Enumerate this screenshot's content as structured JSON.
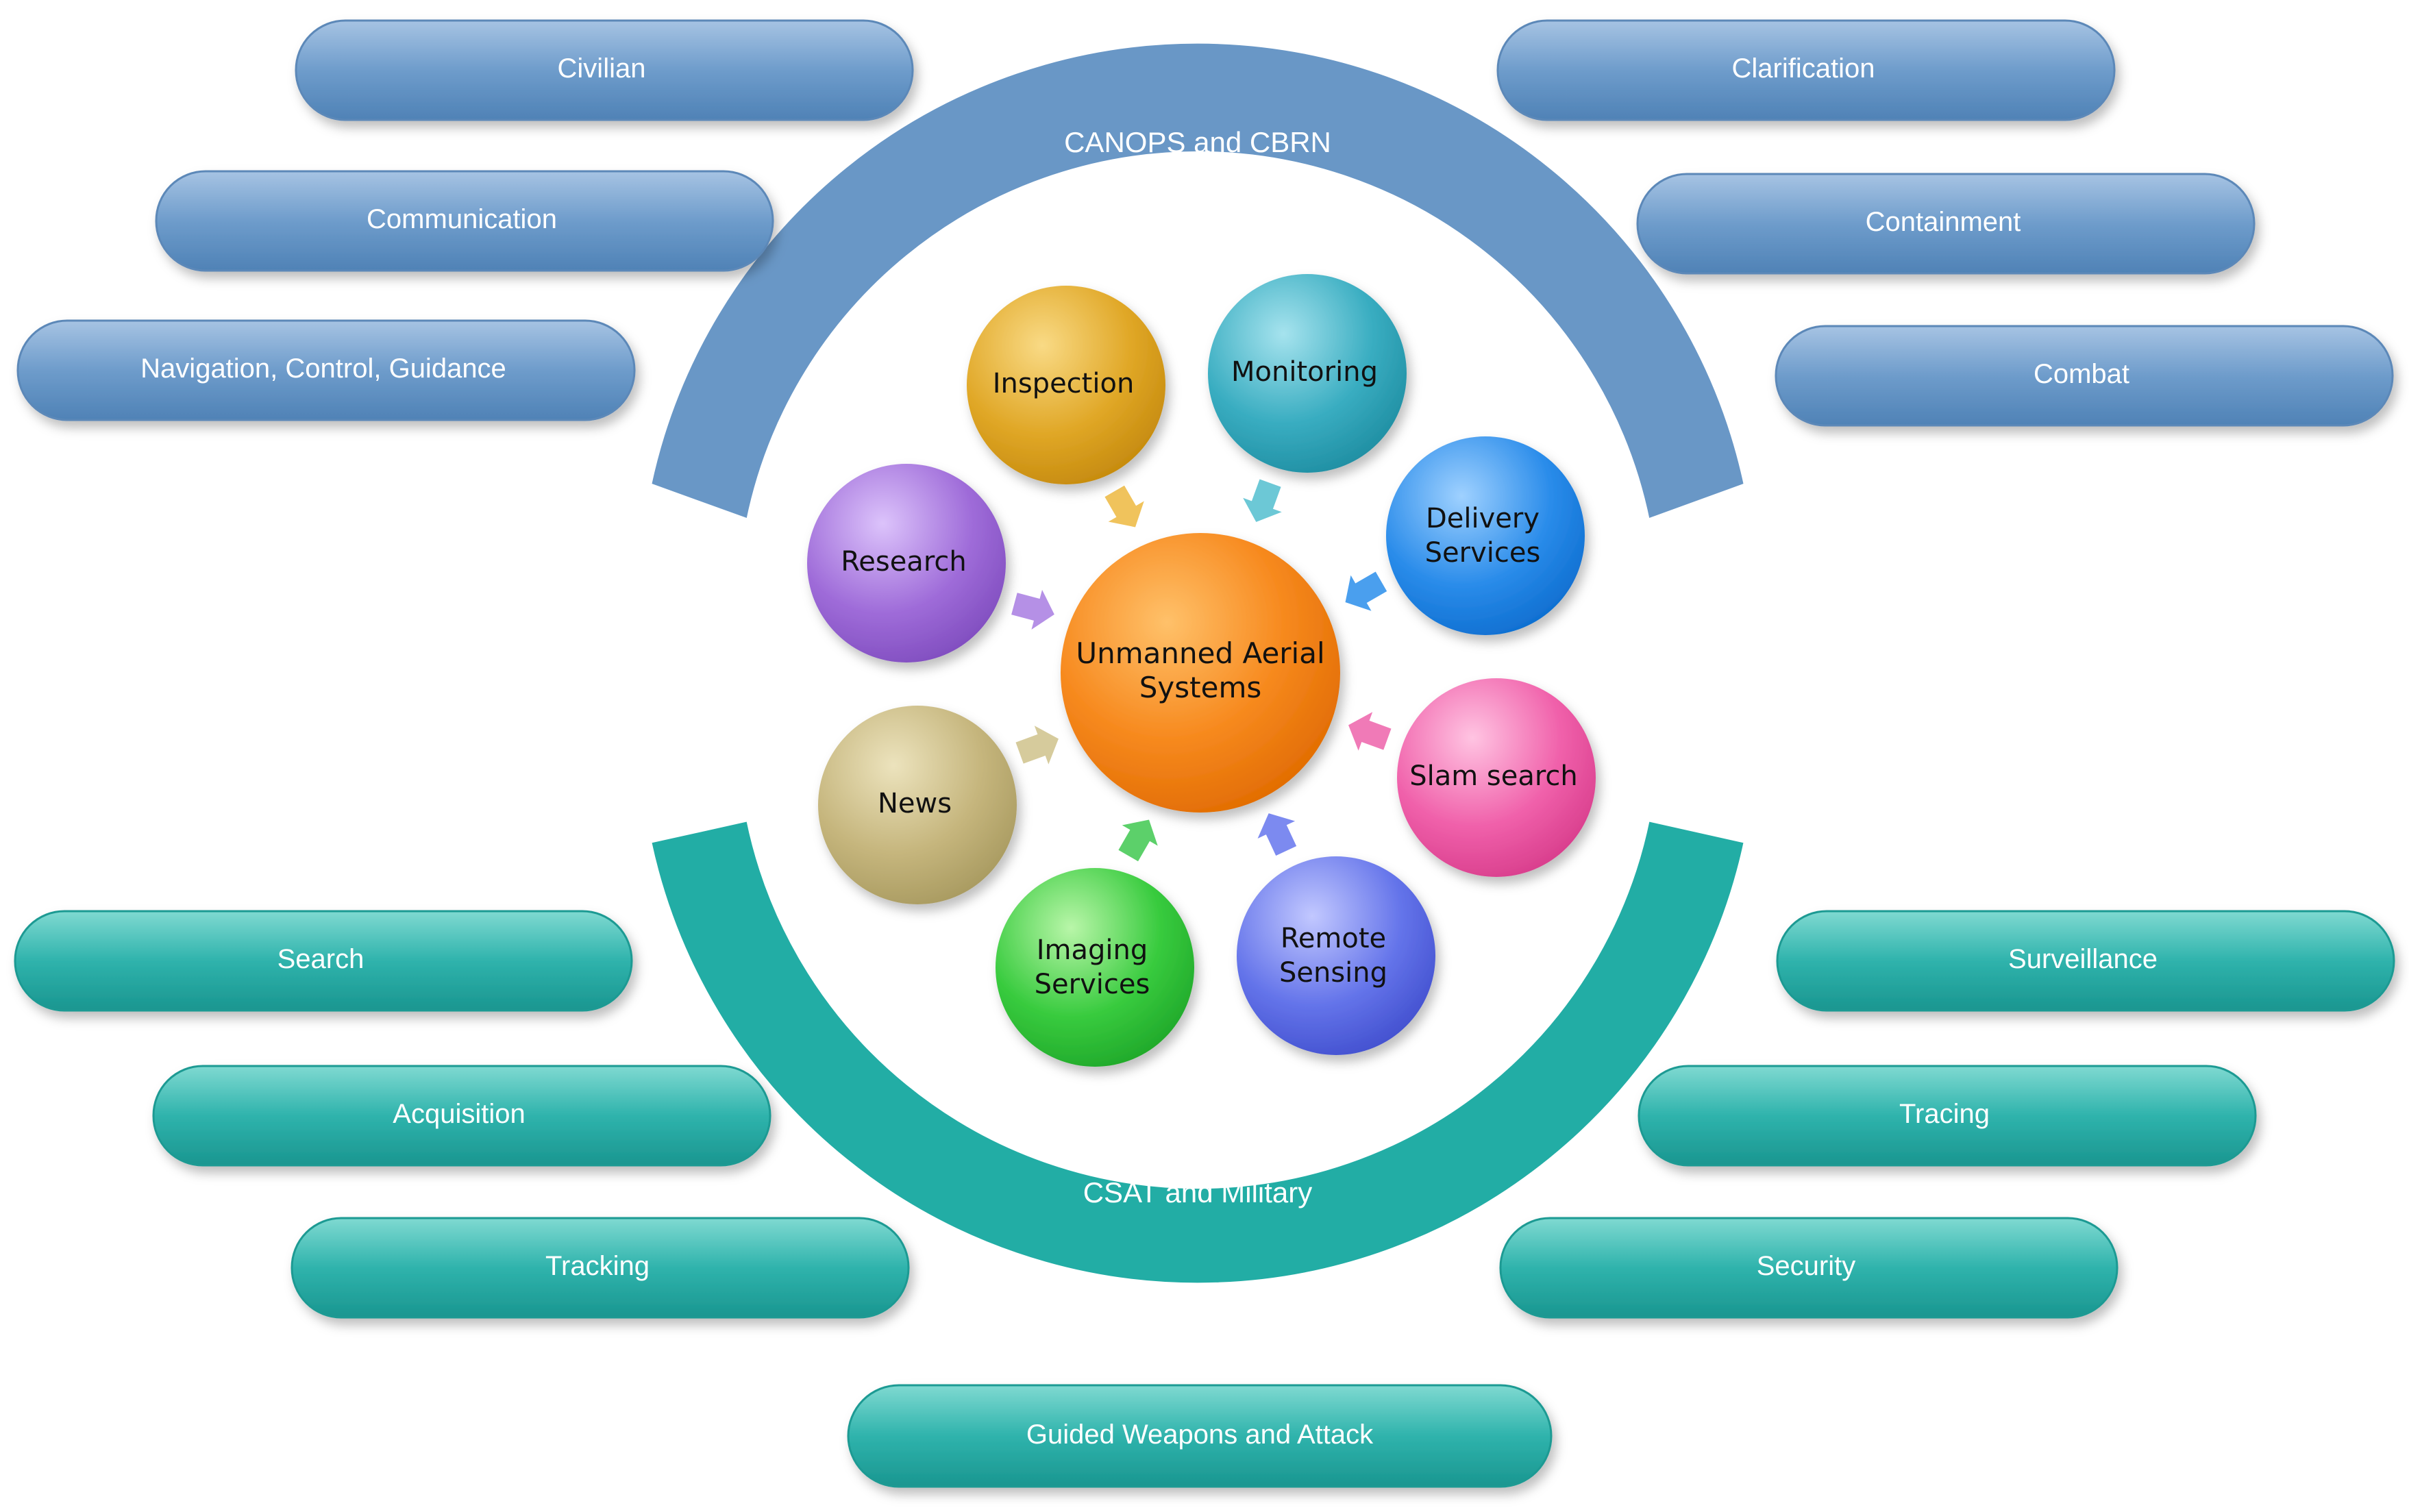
{
  "center": {
    "line1": "Unmanned Aerial",
    "line2": "Systems",
    "color": "#f57c0f"
  },
  "top_band": {
    "label": "CANOPS and CBRN",
    "color": "#6b97c4"
  },
  "bottom_band": {
    "label": "CSAT and Military",
    "color": "#22ada5"
  },
  "applications": [
    {
      "id": "inspection",
      "lines": [
        "Inspection"
      ],
      "color": "#dda21f",
      "icon": "arrow-icon"
    },
    {
      "id": "monitoring",
      "lines": [
        "Monitoring"
      ],
      "color": "#35a9bd",
      "icon": "arrow-icon"
    },
    {
      "id": "delivery-services",
      "lines": [
        "Delivery",
        "Services"
      ],
      "color": "#2486e6",
      "icon": "arrow-icon"
    },
    {
      "id": "slam-search",
      "lines": [
        "Slam search"
      ],
      "color": "#ef5aa5",
      "icon": "arrow-icon"
    },
    {
      "id": "remote-sensing",
      "lines": [
        "Remote",
        "Sensing"
      ],
      "color": "#5f6ee8",
      "icon": "arrow-icon"
    },
    {
      "id": "imaging-services",
      "lines": [
        "Imaging",
        "Services"
      ],
      "color": "#33c93a",
      "icon": "arrow-icon"
    },
    {
      "id": "news",
      "lines": [
        "News"
      ],
      "color": "#c3b37a",
      "icon": "arrow-icon"
    },
    {
      "id": "research",
      "lines": [
        "Research"
      ],
      "color": "#9d6bd8",
      "icon": "arrow-icon"
    }
  ],
  "top_left_tags": [
    "Civilian",
    "Communication",
    "Navigation, Control, Guidance"
  ],
  "top_right_tags": [
    "Clarification",
    "Containment",
    "Combat"
  ],
  "bottom_left_tags": [
    "Search",
    "Acquisition",
    "Tracking"
  ],
  "bottom_right_tags": [
    "Surveillance",
    "Tracing",
    "Security"
  ],
  "bottom_center_tag": "Guided Weapons and Attack",
  "colors": {
    "blue_pill": "#6e9ccb",
    "teal_pill": "#2fb3ac"
  }
}
